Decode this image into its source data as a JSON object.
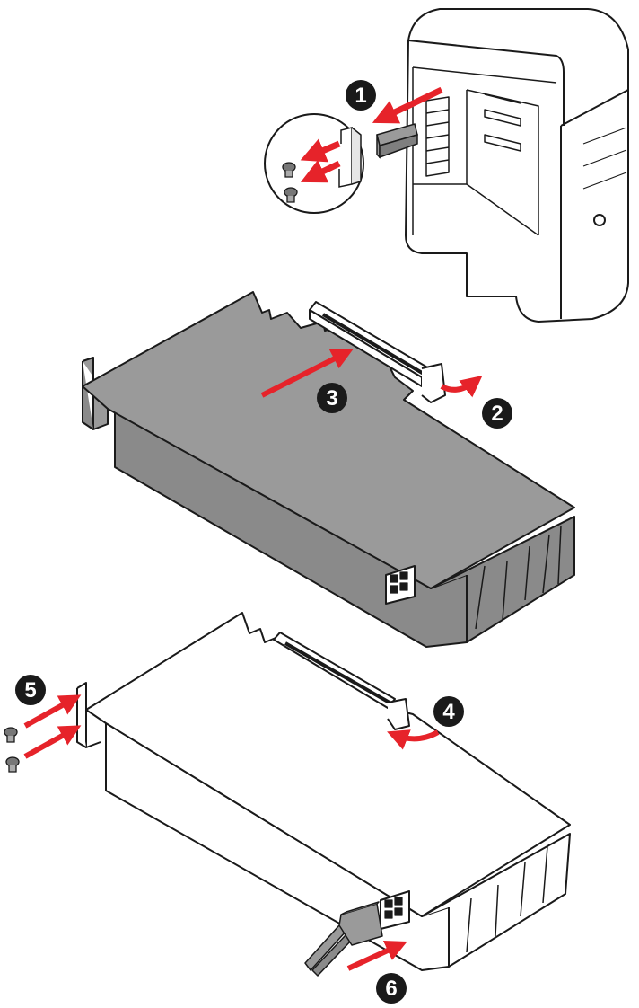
{
  "diagram": {
    "steps": [
      {
        "id": "step-1",
        "label": "1"
      },
      {
        "id": "step-2",
        "label": "2"
      },
      {
        "id": "step-3",
        "label": "3"
      },
      {
        "id": "step-4",
        "label": "4"
      },
      {
        "id": "step-5",
        "label": "5"
      },
      {
        "id": "step-6",
        "label": "6"
      }
    ],
    "colors": {
      "arrow": "#e6232a",
      "badge": "#1a1a1a",
      "badge_text": "#ffffff",
      "line": "#1a1a1a",
      "card_fill": "#9a9a9a",
      "card_side": "#8a8a8a",
      "card_light": "#ffffff"
    }
  }
}
